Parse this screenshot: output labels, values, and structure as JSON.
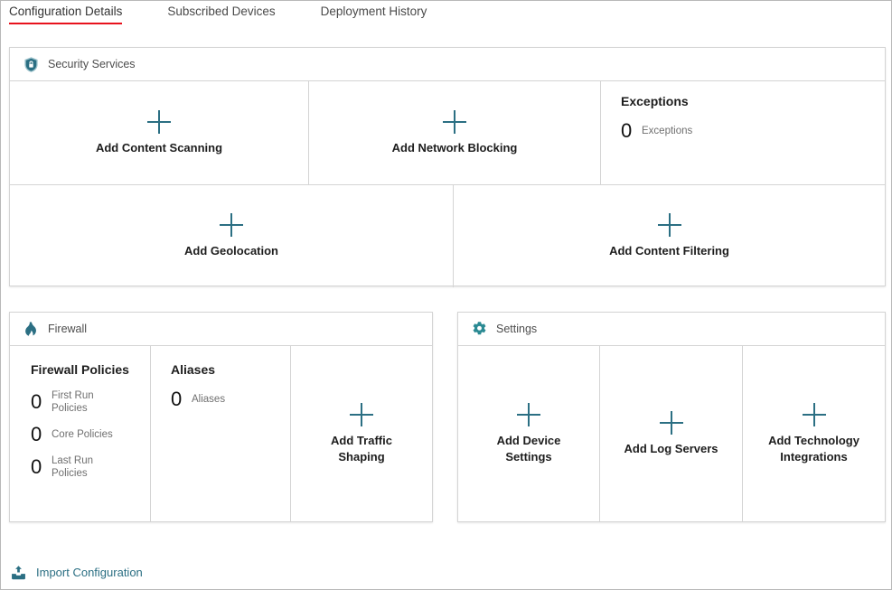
{
  "tabs": [
    {
      "label": "Configuration Details",
      "active": true
    },
    {
      "label": "Subscribed Devices",
      "active": false
    },
    {
      "label": "Deployment History",
      "active": false
    }
  ],
  "security_services": {
    "title": "Security Services",
    "icon": "shield-lock-icon",
    "row1": {
      "add_content_scanning": "Add Content Scanning",
      "add_network_blocking": "Add Network Blocking",
      "exceptions": {
        "heading": "Exceptions",
        "count": "0",
        "label": "Exceptions"
      }
    },
    "row2": {
      "add_geolocation": "Add Geolocation",
      "add_content_filtering": "Add Content Filtering"
    }
  },
  "firewall": {
    "title": "Firewall",
    "icon": "flame-icon",
    "policies": {
      "heading": "Firewall Policies",
      "stats": [
        {
          "count": "0",
          "label": "First Run Policies"
        },
        {
          "count": "0",
          "label": "Core Policies"
        },
        {
          "count": "0",
          "label": "Last Run Policies"
        }
      ]
    },
    "aliases": {
      "heading": "Aliases",
      "count": "0",
      "label": "Aliases"
    },
    "add_traffic_shaping": "Add Traffic Shaping"
  },
  "settings": {
    "title": "Settings",
    "icon": "gear-icon",
    "add_device_settings": "Add Device Settings",
    "add_log_servers": "Add Log Servers",
    "add_technology_integrations": "Add Technology Integrations"
  },
  "footer": {
    "import_label": "Import Configuration",
    "icon": "import-tray-up-arrow-icon"
  },
  "colors": {
    "accent_teal": "#2b6f83",
    "active_tab_underline": "#e8121d",
    "panel_border": "#d4d4d4"
  }
}
